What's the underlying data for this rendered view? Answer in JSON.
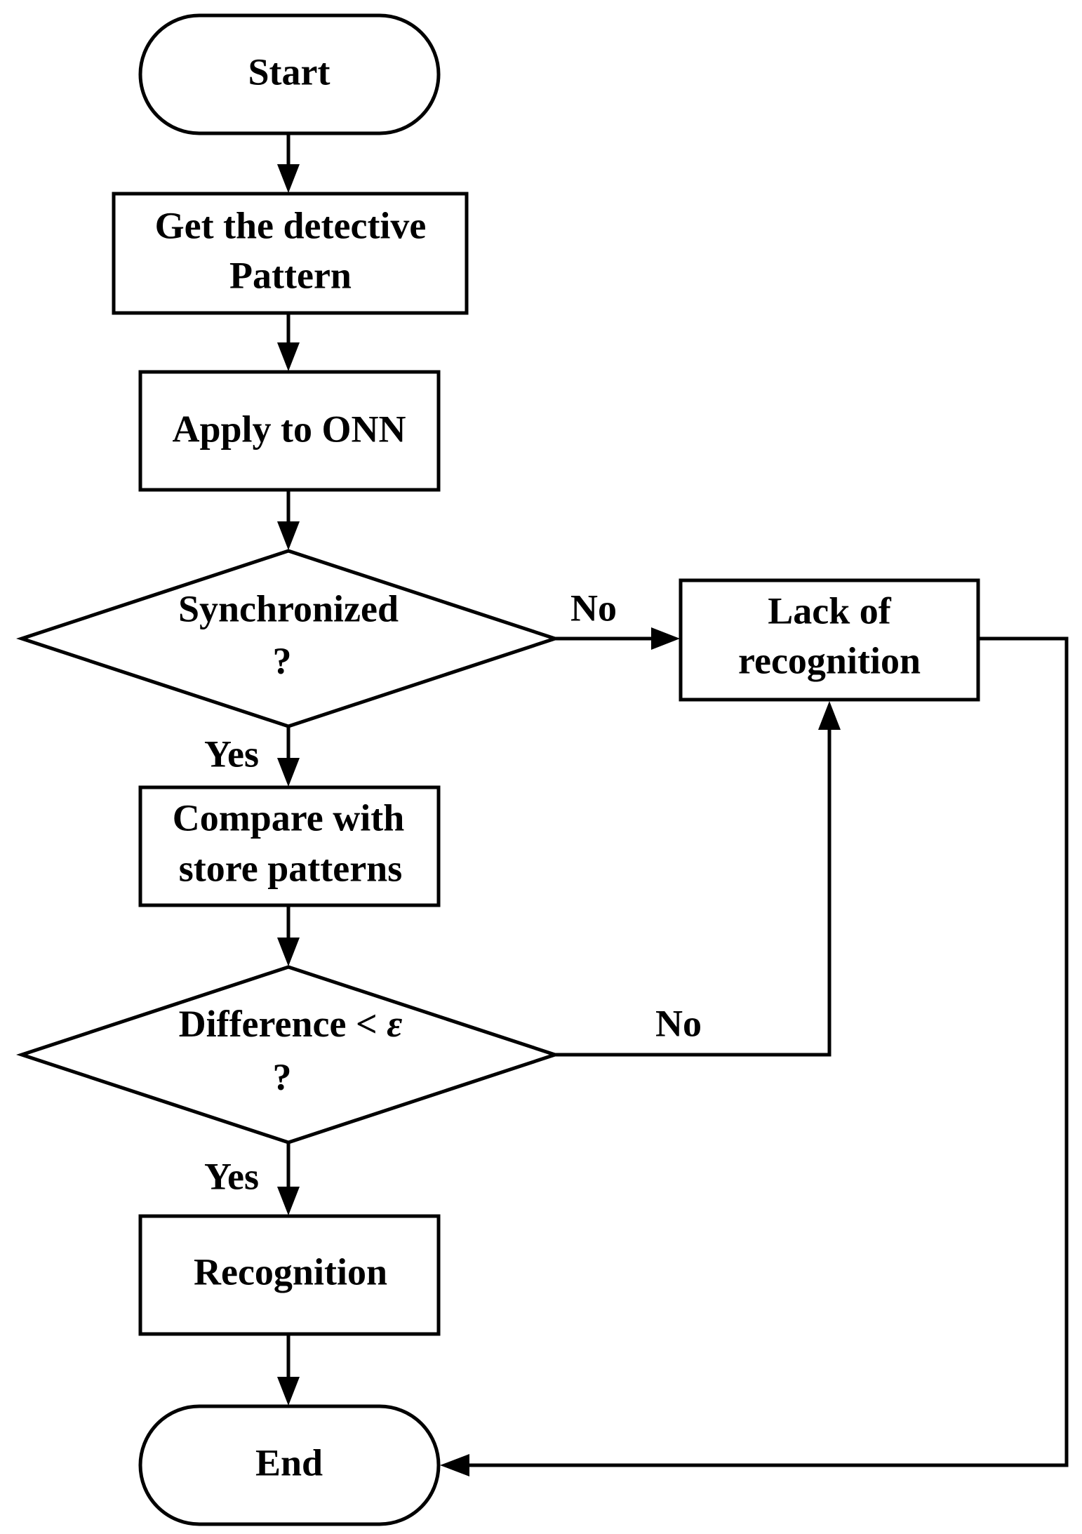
{
  "nodes": {
    "start": "Start",
    "get_pattern_line1": "Get the detective",
    "get_pattern_line2": "Pattern",
    "apply": "Apply to ONN",
    "synchronized_line1": "Synchronized",
    "synchronized_line2": "?",
    "lack_line1": "Lack of",
    "lack_line2": "recognition",
    "compare_line1": "Compare with",
    "compare_line2": "store patterns",
    "difference_prefix": "Difference < ",
    "difference_symbol": "ε",
    "difference_line2": "?",
    "recognition": "Recognition",
    "end": "End"
  },
  "edge_labels": {
    "synchronized_no": "No",
    "synchronized_yes": "Yes",
    "difference_no": "No",
    "difference_yes": "Yes"
  }
}
